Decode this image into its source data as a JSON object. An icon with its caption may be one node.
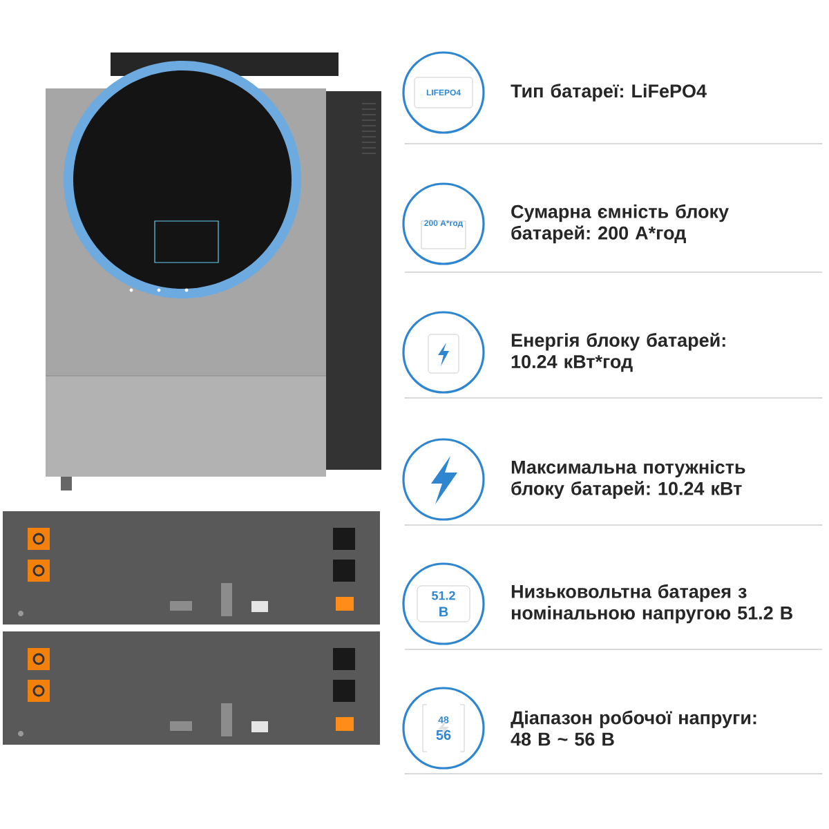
{
  "diagram": {
    "nodes": [
      {
        "text": [
          "LIFEPO4"
        ],
        "beside": [
          "Тип батареї: LiFePO4"
        ]
      },
      {
        "text": [
          "200 A*год"
        ],
        "beside": [
          "Сумарна ємність блоку батарей: 200 А*год"
        ]
      },
      {
        "text": [],
        "shape": "circle",
        "beside": [
          "Енергія блоку батарей: 10.24 кВт*год"
        ]
      },
      {
        "text": [],
        "shape": "circle",
        "beside": [
          "Максимальна потужність блоку батарей: 10.24 кВт"
        ]
      },
      {
        "text": [
          "51.2",
          "B"
        ],
        "beside": [
          "Низьковольтна батарея з номінальною напругою 51.2 В"
        ]
      },
      {
        "text": [
          "48",
          "56"
        ],
        "beside": [
          "Діапазон робочої напруги: 48 В ~ 56  В"
        ]
      }
    ]
  }
}
